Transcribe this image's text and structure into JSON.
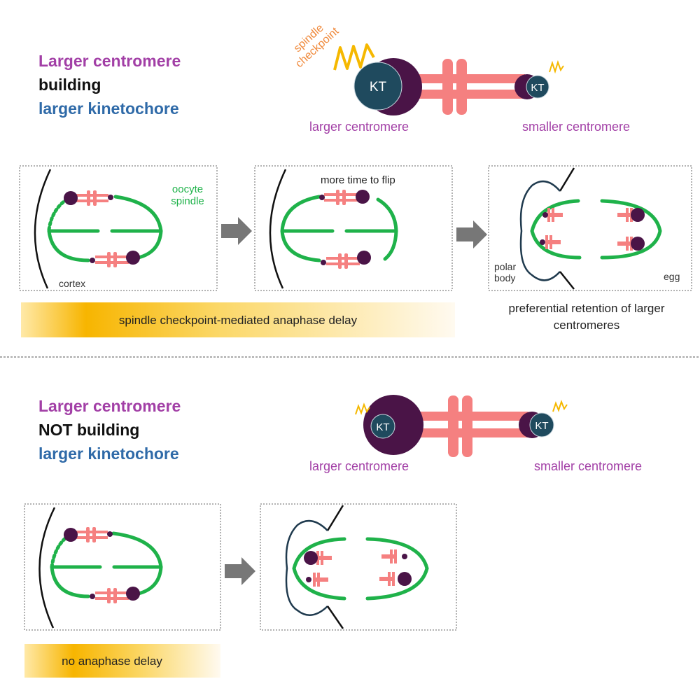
{
  "top": {
    "title_lines": [
      "Larger centromere",
      "building",
      "larger kinetochore"
    ],
    "checkpoint_label_lines": [
      "spindle",
      "checkpoint"
    ],
    "kt_label": "KT",
    "larger_label": "larger centromere",
    "smaller_label": "smaller centromere",
    "panel1": {
      "spindle_label_lines": [
        "oocyte",
        "spindle"
      ],
      "cortex_label": "cortex"
    },
    "panel2": {
      "note": "more time to flip"
    },
    "panel3": {
      "polar_body_lines": [
        "polar",
        "body"
      ],
      "egg_label": "egg"
    },
    "delay_bar": "spindle checkpoint-mediated anaphase delay",
    "outcome_lines": [
      "preferential retention of larger",
      "centromeres"
    ]
  },
  "bottom": {
    "title_lines": [
      "Larger centromere",
      "NOT building",
      "larger kinetochore"
    ],
    "kt_label": "KT",
    "larger_label": "larger centromere",
    "smaller_label": "smaller centromere",
    "delay_bar": "no anaphase delay"
  },
  "colors": {
    "purple_text": "#a23fa6",
    "blue_text": "#2f6aa8",
    "kinetochore": "#1f4a5e",
    "centromere": "#4a1447",
    "cohesion": "#f58080",
    "spindle": "#1fb24a",
    "checkpoint": "#f5b800"
  }
}
